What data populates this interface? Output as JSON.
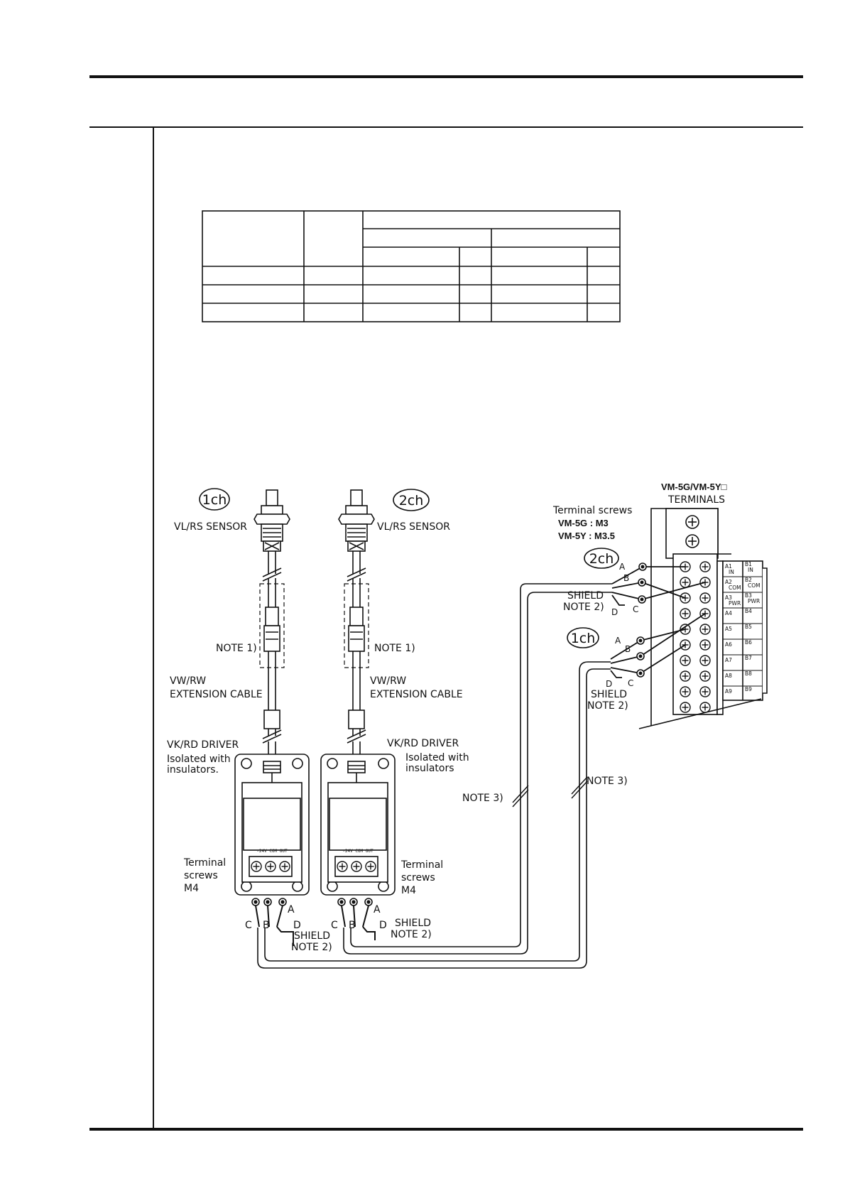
{
  "sensor": {
    "label": "VL/RS SENSOR",
    "ch1": "1ch",
    "ch2": "2ch"
  },
  "note1": "NOTE 1)",
  "note2": "NOTE 2)",
  "note3": "NOTE 3)",
  "shield": "SHIELD",
  "extension_cable": {
    "line1": "VW/RW",
    "line2": "EXTENSION CABLE"
  },
  "driver": {
    "label": "VK/RD DRIVER",
    "isolated_line1": "Isolated with",
    "isolated_line2_left": "insulators.",
    "isolated_line2_right": "insulators",
    "terminal_label": "-24V  COM  OUT",
    "screws_line1": "Terminal",
    "screws_line2": "screws",
    "screws_line3": "M4"
  },
  "terminal_block": {
    "title_line1": "VM-5G/VM-5Y□",
    "title_line2": "TERMINALS",
    "screws_title": "Terminal screws",
    "screws_5g": "VM-5G : M3",
    "screws_5y": "VM-5Y : M3.5",
    "left_labels": [
      [
        "A1",
        "IN"
      ],
      [
        "A2",
        "COM"
      ],
      [
        "A3",
        "PWR"
      ],
      [
        "A4",
        ""
      ],
      [
        "A5",
        ""
      ],
      [
        "A6",
        ""
      ],
      [
        "A7",
        ""
      ],
      [
        "A8",
        ""
      ],
      [
        "A9",
        ""
      ]
    ],
    "right_labels": [
      [
        "B1",
        "IN"
      ],
      [
        "B2",
        "COM"
      ],
      [
        "B3",
        "PWR"
      ],
      [
        "B4",
        ""
      ],
      [
        "B5",
        ""
      ],
      [
        "B6",
        ""
      ],
      [
        "B7",
        ""
      ],
      [
        "B8",
        ""
      ],
      [
        "B9",
        ""
      ]
    ]
  },
  "wire_letters": {
    "a": "A",
    "b": "B",
    "c": "C",
    "d": "D"
  }
}
